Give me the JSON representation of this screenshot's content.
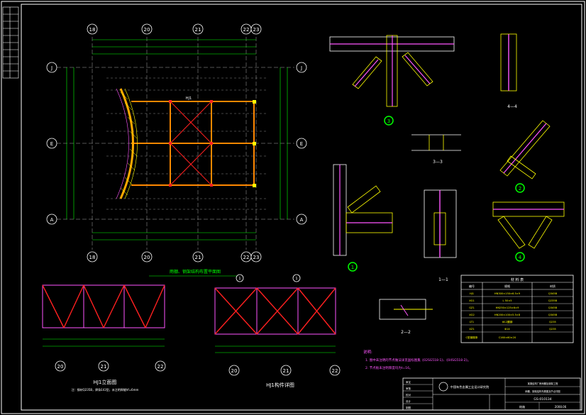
{
  "plan": {
    "axes_top": [
      "18",
      "20",
      "21",
      "22",
      "23"
    ],
    "axes_bottom": [
      "18",
      "20",
      "21",
      "22",
      "23"
    ],
    "axes_left": [
      "J",
      "E",
      "A"
    ],
    "axes_right": [
      "J",
      "E",
      "A"
    ],
    "label_hj": "HJ1",
    "title": "雨棚、钢架结构布置平面图"
  },
  "elevations": {
    "left_axes": [
      "20",
      "21",
      "22"
    ],
    "left_title": "HJ1立面图",
    "left_subtitle": "注：钢材Q235B，焊条E43型，未注明焊缝hf=6mm",
    "right_axes": [
      "20",
      "21",
      "22"
    ],
    "right_title": "HJ1构件详图",
    "right_circles": [
      "1",
      "1"
    ]
  },
  "details": {
    "callout_3": "3",
    "callout_2": "2",
    "callout_1": "1",
    "callout_4": "4",
    "section_44": "4—4",
    "section_33": "3—3",
    "section_11": "1—1",
    "section_22": "2—2"
  },
  "material_table": {
    "title": "材 料 表",
    "headers": [
      "编号",
      "规格",
      "材质"
    ],
    "rows": [
      [
        "HJ1",
        "HN300×150×6.5×9",
        "Q345B"
      ],
      [
        "XG1",
        "L 50×5",
        "Q235B"
      ],
      [
        "GZ1",
        "HN250×125×6×9",
        "Q345B"
      ],
      [
        "XG2",
        "HN200×100×5.5×8",
        "Q345B"
      ],
      [
        "LT1",
        "Φ12圆钢",
        "Q235"
      ],
      [
        "XZ1",
        "Φ14",
        "Q235"
      ],
      [
        "C型钢檩条",
        "C160×60×20",
        ""
      ]
    ]
  },
  "notes": {
    "title": "说明:",
    "line1": "1. 图中未注明的节点做法详见国标图集《02SG518-1》、《04SG518-2》。",
    "line2": "2. 节点板未注明厚度均为t=16。"
  },
  "title_block": {
    "company": "中国有色金属工业设计研究院",
    "project": "某钢结构厂房雨棚及钢架工程",
    "drawing_name": "雨棚、钢架结构布置图及节点详图",
    "drawing_no": "GS-010134",
    "sheet": "结施",
    "date": "2008.06",
    "rows": [
      "审定",
      "审核",
      "校对",
      "设计",
      "制图"
    ]
  }
}
